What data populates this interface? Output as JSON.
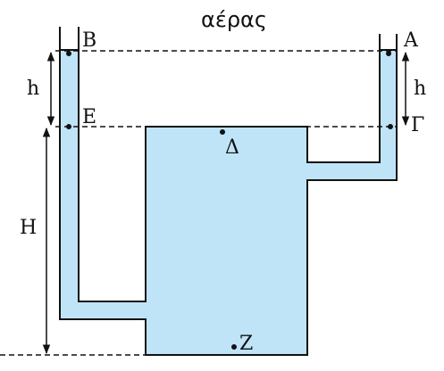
{
  "diagram": {
    "title": "αέρας",
    "points": {
      "B": "Β",
      "A": "Α",
      "E": "Ε",
      "G": "Γ",
      "D": "Δ",
      "Z": "Ζ"
    },
    "heights": {
      "h_left": "h",
      "h_right": "h",
      "H": "Η"
    },
    "colors": {
      "fluid": "#bfe4f7",
      "outline": "#111111"
    }
  }
}
